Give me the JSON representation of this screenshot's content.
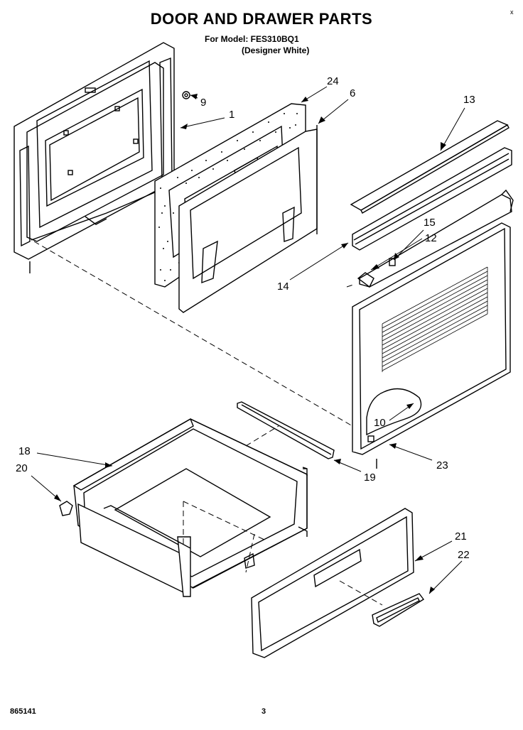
{
  "header": {
    "title": "DOOR AND DRAWER PARTS",
    "model_line": "For Model: FES310BQ1",
    "color_line": "(Designer White)"
  },
  "footer": {
    "left_code": "865141",
    "page_number": "3",
    "corner_mark": "x"
  },
  "callouts": [
    "1",
    "6",
    "9",
    "10",
    "12",
    "13",
    "14",
    "15",
    "18",
    "19",
    "20",
    "21",
    "22",
    "23",
    "24"
  ]
}
